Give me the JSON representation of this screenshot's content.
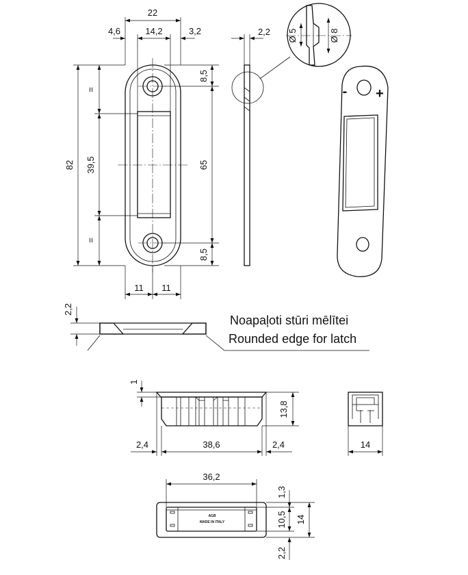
{
  "front_view": {
    "dim_width_total": "22",
    "dim_left_offset": "4,6",
    "dim_hole_spacing_width": "14,2",
    "dim_right_offset": "3,2",
    "dim_height_total": "82",
    "dim_slot_length": "39,5",
    "dim_equal_mark": "=",
    "dim_hole_pitch": "65",
    "dim_top_hole_offset": "8,5",
    "dim_bottom_hole_offset": "8,5",
    "dim_half_width_left": "11",
    "dim_half_width_right": "11"
  },
  "side_view": {
    "dim_thickness": "2,2"
  },
  "detail_view": {
    "dim_inner_diameter": "Ø 5",
    "dim_outer_diameter": "Ø 8"
  },
  "perspective_view": {
    "minus_sign": "-",
    "plus_sign": "+"
  },
  "section_view": {
    "dim_thickness": "2,2",
    "note_lv": "Noapaļoti stūri mēlītei",
    "note_en": "Rounded edge for latch"
  },
  "box_side_view": {
    "dim_flange": "1",
    "dim_height": "13,8",
    "dim_left_margin": "2,4",
    "dim_length": "38,6",
    "dim_right_margin": "2,4"
  },
  "box_end_view": {
    "dim_width": "14"
  },
  "box_top_view": {
    "dim_inner_length": "36,2",
    "dim_top_margin": "1,3",
    "dim_inner_width": "10,5",
    "dim_total_width": "14",
    "dim_bottom_margin": "2,2",
    "imprint_logo": "AGB",
    "imprint_text": "MADE IN ITALY"
  }
}
